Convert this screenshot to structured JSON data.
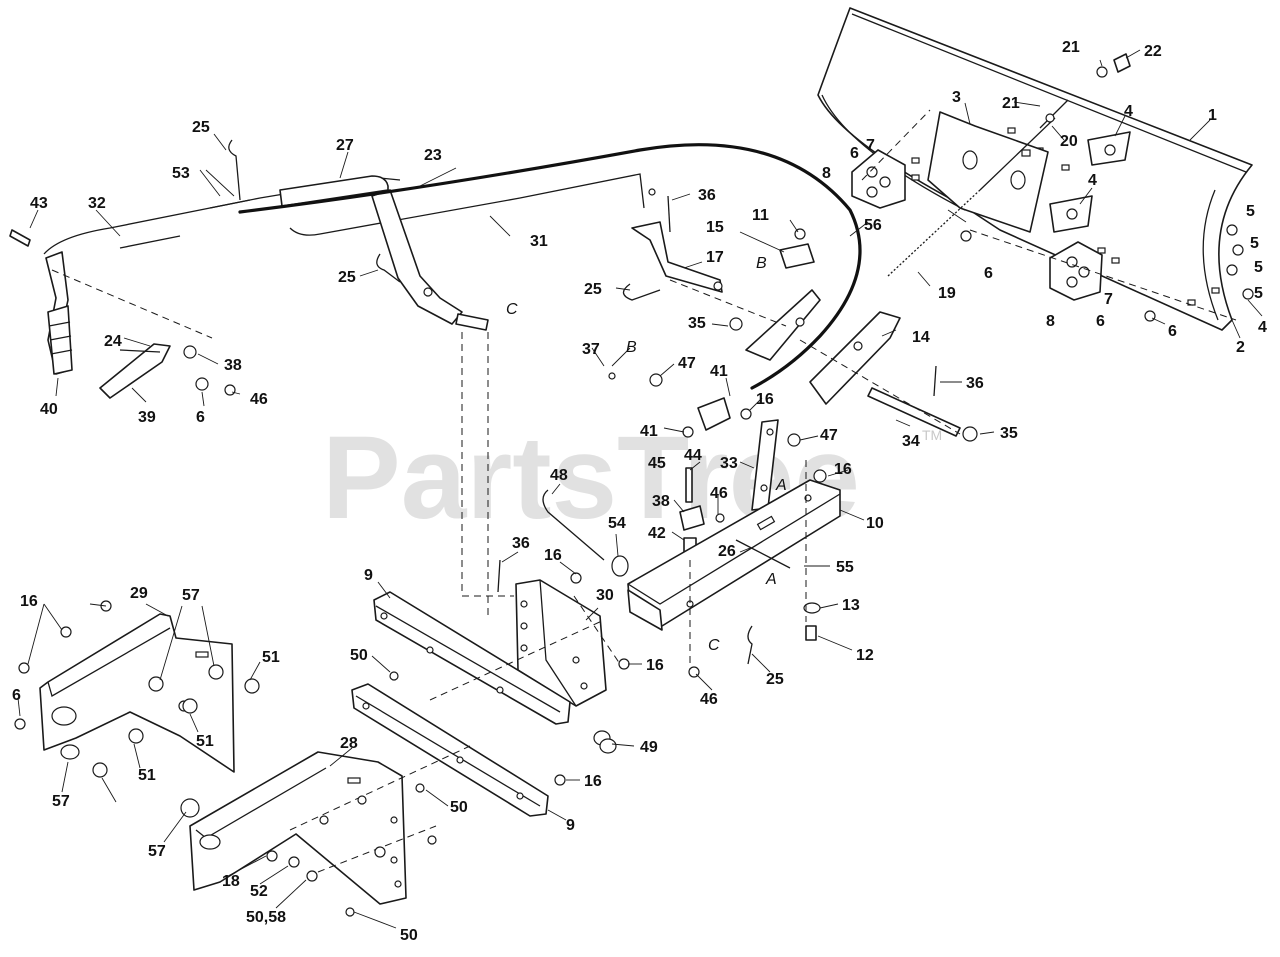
{
  "watermark": {
    "text": "PartsTree",
    "trademark": "TM"
  },
  "callouts": {
    "c1": "1",
    "c2": "2",
    "c3": "3",
    "c4a": "4",
    "c4b": "4",
    "c4c": "4",
    "c5a": "5",
    "c5b": "5",
    "c5c": "5",
    "c5d": "5",
    "c6a": "6",
    "c6b": "6",
    "c6c": "6",
    "c6d": "6",
    "c6e": "6",
    "c6f": "6",
    "c7a": "7",
    "c7b": "7",
    "c8a": "8",
    "c8b": "8",
    "c9a": "9",
    "c9b": "9",
    "c10": "10",
    "c11": "11",
    "c12": "12",
    "c13": "13",
    "c14": "14",
    "c15": "15",
    "c16a": "16",
    "c16b": "16",
    "c16c": "16",
    "c16d": "16",
    "c16e": "16",
    "c16f": "16",
    "c17": "17",
    "c18": "18",
    "c19": "19",
    "c20": "20",
    "c21a": "21",
    "c21b": "21",
    "c22": "22",
    "c23": "23",
    "c24": "24",
    "c25a": "25",
    "c25b": "25",
    "c25c": "25",
    "c25d": "25",
    "c26": "26",
    "c27": "27",
    "c28": "28",
    "c29": "29",
    "c30": "30",
    "c31": "31",
    "c32": "32",
    "c33": "33",
    "c34": "34",
    "c35a": "35",
    "c35b": "35",
    "c36a": "36",
    "c36b": "36",
    "c36c": "36",
    "c37": "37",
    "c38a": "38",
    "c38b": "38",
    "c39": "39",
    "c40": "40",
    "c41a": "41",
    "c41b": "41",
    "c42": "42",
    "c43": "43",
    "c44": "44",
    "c45": "45",
    "c46a": "46",
    "c46b": "46",
    "c46c": "46",
    "c47a": "47",
    "c47b": "47",
    "c48": "48",
    "c49": "49",
    "c50a": "50",
    "c50b": "50",
    "c50c": "50",
    "c50_58": "50,58",
    "c51a": "51",
    "c51b": "51",
    "c51c": "51",
    "c52": "52",
    "c53": "53",
    "c54": "54",
    "c55": "55",
    "c56": "56",
    "c57a": "57",
    "c57b": "57",
    "c57c": "57"
  },
  "reference_letters": {
    "A1": "A",
    "A2": "A",
    "B1": "B",
    "B2": "B",
    "C1": "C",
    "C2": "C"
  }
}
